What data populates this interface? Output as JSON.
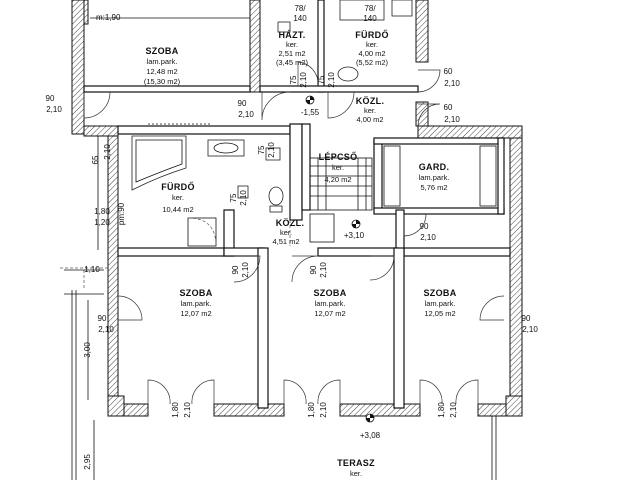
{
  "rooms": {
    "szoba_top": {
      "name": "SZOBA",
      "floor": "lam.park.",
      "area": "12,48 m2",
      "area2": "(15,30 m2)"
    },
    "haztart": {
      "name": "HÁZT.",
      "floor": "ker.",
      "area": "2,51 m2",
      "area2": "(3,45 m2)"
    },
    "furdo_top": {
      "name": "FÜRDŐ",
      "floor": "ker.",
      "area": "4,00 m2",
      "area2": "(5,52 m2)"
    },
    "kozl_top": {
      "name": "KÖZL.",
      "floor": "ker.",
      "area": "4,00 m2"
    },
    "lepcso": {
      "name": "LÉPCSŐ",
      "floor": "ker.",
      "area": "4,20 m2"
    },
    "gard": {
      "name": "GARD.",
      "floor": "lam.park.",
      "area": "5,76 m2"
    },
    "furdo": {
      "name": "FÜRDŐ",
      "floor": "ker.",
      "area": "10,44 m2"
    },
    "kozl_mid": {
      "name": "KÖZL.",
      "floor": "ker.",
      "area": "4,51 m2"
    },
    "szoba_1": {
      "name": "SZOBA",
      "floor": "lam.park.",
      "area": "12,07 m2"
    },
    "szoba_2": {
      "name": "SZOBA",
      "floor": "lam.park.",
      "area": "12,07 m2"
    },
    "szoba_3": {
      "name": "SZOBA",
      "floor": "lam.park.",
      "area": "12,05 m2"
    },
    "terasz": {
      "name": "TERASZ",
      "floor": "ker."
    }
  },
  "dims": {
    "m190": "m:1,90",
    "d78a": "78/",
    "d140a": "140",
    "d78b": "78/",
    "d140b": "140",
    "d90l": "90",
    "d210l": "2,10",
    "d90c": "90",
    "d210c": "2,10",
    "d60a": "60",
    "d210a": "2,10",
    "d60b": "60",
    "d210b": "2,10",
    "d65": "65",
    "d210v": "2,10",
    "d75a": "75",
    "d210ha": "2,10",
    "d75b": "75",
    "d210hb": "2,10",
    "d75c": "75",
    "d210hc": "2,10",
    "d75d": "75",
    "d210hd": "2,10",
    "d180": "1,80",
    "d120": "1,20",
    "pm90": "pm:90",
    "d90r": "90",
    "d210r": "2,10",
    "d110": "1,10",
    "d90s1": "90",
    "d210s1": "2,10",
    "d90s2": "90",
    "d210s2": "2,10",
    "d90w": "90",
    "d210w": "2,10",
    "d90e": "90",
    "d210e": "2,10",
    "d300": "3,00",
    "d295": "2,95",
    "w1a": "1,80",
    "w1b": "2,10",
    "w2a": "1,80",
    "w2b": "2,10",
    "w3a": "1,80",
    "w3b": "2,10"
  },
  "levels": {
    "kozl": "-1,55",
    "mid": "+3,10",
    "terrace": "+3,08"
  }
}
